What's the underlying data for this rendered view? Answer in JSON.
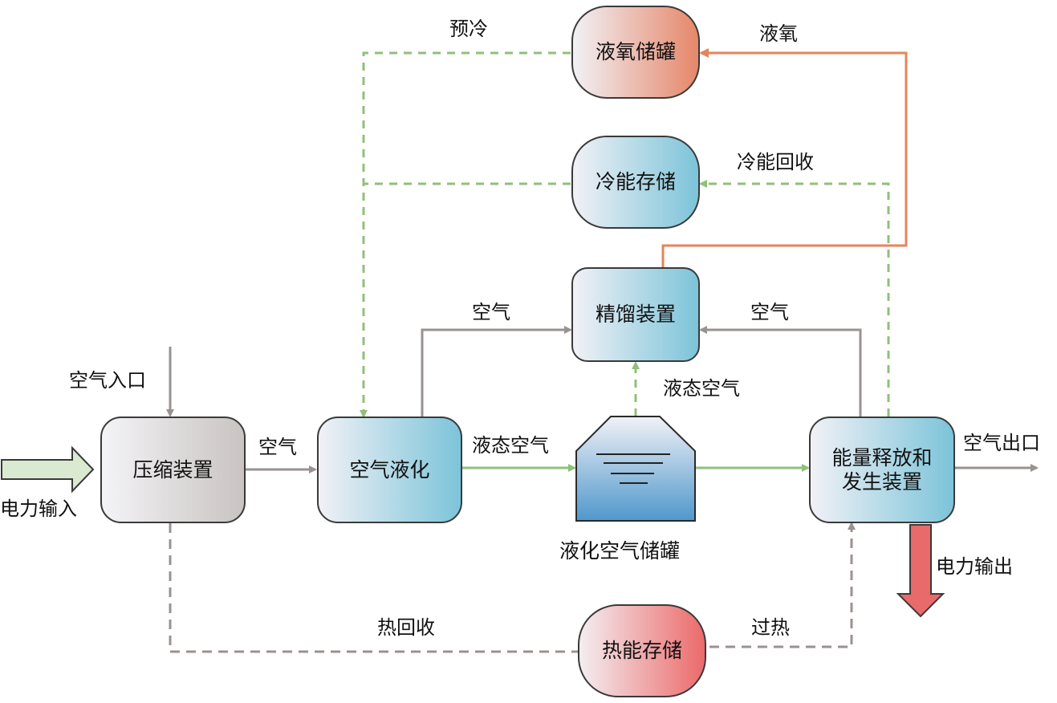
{
  "nodes": {
    "compressor": "压缩装置",
    "liquefaction": "空气液化",
    "distillation": "精馏装置",
    "energy_release": [
      "能量释放和",
      "发生装置"
    ],
    "liquid_oxygen_tank": "液氧储罐",
    "cold_storage": "冷能存储",
    "thermal_storage": "热能存储",
    "liquid_air_tank": "液化空气储罐"
  },
  "labels": {
    "air_inlet": "空气入口",
    "power_input": "电力输入",
    "air_1": "空气",
    "liquid_air_1": "液态空气",
    "air_2": "空气",
    "air_3": "空气",
    "liquid_air_2": "液态空气",
    "air_outlet": "空气出口",
    "power_output": "电力输出",
    "precooling": "预冷",
    "liquid_oxygen": "液氧",
    "cold_recovery": "冷能回收",
    "heat_recovery": "热回收",
    "superheat": "过热"
  },
  "colors": {
    "gray_line": "#9a9290",
    "green_line": "#8fc07a",
    "orange_line": "#e5845c",
    "gray_dash": "#9a928f",
    "power_in_arrow": "#d9ead0",
    "power_out_arrow": "#e86a6a"
  }
}
